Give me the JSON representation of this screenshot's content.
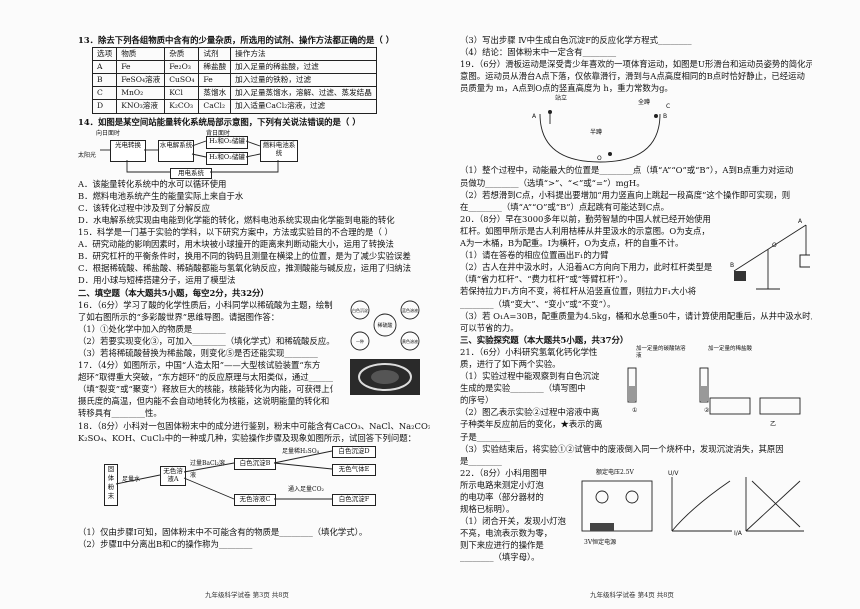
{
  "left": {
    "q13": {
      "title": "13．除去下列各组物质中含有的少量杂质，所选用的试剂、操作方法都正确的是（    ）",
      "table": {
        "header": [
          "选项",
          "物质",
          "杂质",
          "试剂",
          "操作方法"
        ],
        "rows": [
          [
            "A",
            "Fe",
            "Fe₂O₃",
            "稀盐酸",
            "加入足量的稀盐酸，过滤"
          ],
          [
            "B",
            "FeSO₄溶液",
            "CuSO₄",
            "Fe",
            "加入过量的铁粉，过滤"
          ],
          [
            "C",
            "MnO₂",
            "KCl",
            "蒸馏水",
            "加入足量蒸馏水，溶解、过滤、蒸发结晶"
          ],
          [
            "D",
            "KNO₃溶液",
            "K₂CO₃",
            "CaCl₂",
            "加入适量CaCl₂溶液，过滤"
          ]
        ]
      }
    },
    "q14": {
      "title": "14．如图是某空间站能量转化系统局部示意图，下列有关说法错误的是（    ）",
      "labels": {
        "sunlight": "太阳光",
        "pv": "光电转换",
        "water": "水电解系统",
        "h2o2": "H₂和O₂储罐",
        "fuel": "燃料电池系统",
        "load": "用电系统",
        "day": "向日面时",
        "night": "背日面时"
      },
      "options": [
        "A．该能量转化系统中的水可以循环使用",
        "B．燃料电池系统产生的能量实际上来自于水",
        "C．该转化过程中涉及到了分解反应",
        "D．水电解系统实现由电能到化学能的转化，燃料电池系统实现由化学能到电能的转化"
      ]
    },
    "q15": [
      "15．科学是一门基于实验的学科，以下研究方案中，方法或实验目的不合理的是（    ）",
      "A．研究动能的影响因素时，用木块被小球撞开的距离来判断动能大小，运用了转换法",
      "B．研究杠杆的平衡条件时，换用不同的钩码且测量在横梁上的位置，是为了减少实验误差",
      "C．根据稀硫酸、稀盐酸、稀硝酸都能与氢氧化钠反应，推测酸能与碱反应，运用了归纳法",
      "D．用小球与短棒搭建分子，运用了模型法"
    ],
    "sec2": "二、填空题（本大题共5小题，每空2分，共32分）",
    "q16": [
      "16．（6分）学习了酸的化学性质后，小科同学以稀硫酸为主题，绘制",
      "了如右图所示的“多彩酸世界”思维导图。请据图作答：",
      "（1）①处化学中加入的物质是________",
      "（2）若要实现变化③，可加入________（填化学式）和稀硫酸反应。",
      "（3）若将稀硫酸替换为稀盐酸，则变化⑤是否还能实现________"
    ],
    "mindmap": [
      "稀硫酸",
      "蓝色溶液",
      "黄色溶液",
      "白色沉淀",
      "一种"
    ],
    "q17": [
      "17．（4分）如图所示，中国“人造太阳”——大型核试验装置“东方",
      "超环”取得重大突破，“东方超环”的反应原理与太阳类似，通过________",
      "（填“裂变”或“聚变”）释放巨大的核能，核能转化为内能，可获得上亿",
      "摄氏度的高温，但内能不会自动地转化为核能，这说明能量的转化和",
      "转移具有________性。"
    ],
    "q18": [
      "18．（8分）小科对一包固体粉末中的成分进行鉴别，粉末中可能含有CaCO₃、NaCl、Na₂CO₃、",
      "K₂SO₄、KOH、CuCl₂中的一种或几种，实验操作步骤及现象如图所示，试回答下列问题："
    ],
    "flow": {
      "powder": "固体粉末",
      "water": "足量水",
      "clear": "无色溶液A",
      "bacl": "过量BaCl₂溶液",
      "ppt": "白色沉淀B",
      "acid": "足量稀H₂SO₄",
      "white": "白色沉淀D",
      "gas": "无色气体E",
      "co2": "通入足量CO₂",
      "filtrate": "无色溶液C",
      "final": "白色沉淀F"
    },
    "q18_parts": [
      "（1）仅由步骤Ⅰ可知，固体粉末中不可能含有的物质是________（填化学式）。",
      "（2）步骤Ⅱ中分离出B和C的操作称为________"
    ],
    "footer": "九年级科学试卷   第3页   共8页"
  },
  "right": {
    "top": [
      "（3）写出步骤 Ⅳ中生成白色沉淀F的反应化学方程式________",
      "（4）结论：固体粉末中一定含有________"
    ],
    "q19": [
      "19．（6分）滑板运动是深受青少年喜欢的一项体育运动，如图是U形滑台和运动员姿势的简化示",
      "意图。运动员从滑台A点下落，仅依靠滑行，滑到与A点高度相同的B点时恰好静止，已经运动",
      "员质量为 m，A点到O点的竖直高度为 h，重力常数为g。",
      "（1）整个过程中，动能最大的位置是________点（填“A”“O”或“B”），A到B点重力对运动",
      "员做功________（选填“>”、“<”或“=”）mgH。",
      "（2）若想滑到C点，小科提出要增加“用力竖直向上跳起一段高度”这个操作即可实现，则",
      "在________（填“A”“O”或“B”）点起跳有可能达到C点。"
    ],
    "q19_fig": {
      "title": "站立",
      "flip": "全蹲",
      "squat": "半蹲"
    },
    "q20": [
      "20．（8分）早在3000多年以前，勤劳智慧的中国人就已经开始使用",
      "杠杆。如图甲所示是古人利用桔棒从井里汲水的示意图。O为支点，",
      "A为一木桶，B为配重。Ⅰ为横杆，O为支点，杆的自重不计。",
      "（1）请在答卷的相应位置画出F₁的力臂",
      "（2）古人在井中汲水时，人沿着AC方向向下用力，此时杠杆类型是",
      "（填“省力杠杆”、“费力杠杆”或“等臂杠杆”）。",
      "    若保持拉力F₁方向不变，将杠杆从沿竖直位置，则拉力F₁大小将",
      "    ________（填“变大”、“变小”或“不变”）。",
      "（3）若 O₁A=30B，配重质量为4.5kg，桶和水总重50牛，请计算使用配重后，从井中汲水时人",
      "可以节省的力。"
    ],
    "sec3": "三、实验探究题（本大题共5小题，共37分）",
    "q21": [
      "21．（6分）小科研究氢氧化钙化学性",
      "质，进行了如下两个实验。",
      "（1）实验过程中能观察到有白色沉淀",
      "生成的是实验________（填写图中",
      "的序号）",
      "（2）图乙表示实验②过程中溶液中离",
      "子种类年反应前后的变化，★表示的离",
      "子是________",
      "（3）实验结束后，将实验①②试管中的废液倒入同一个烧杯中，发现沉淀消失，其原因",
      "是________"
    ],
    "tubes": [
      "加一定量的碳酸钠溶液",
      "加一定量的稀盐酸"
    ],
    "q22": [
      "22．（8分）小科用图甲",
      "所示电路来测定小灯泡",
      "的电功率（部分器材的",
      "规格已标明）。",
      "（1）闭合开关，发现小灯泡",
      "不亮，电流表示数为零，",
      "则下来应进行的操作是",
      "________（填字母）。"
    ],
    "q22_fig": {
      "rated": "额定电压2.5V",
      "battery": "3V恒定电源",
      "yaxis": "U/V",
      "xaxis": "I/A"
    },
    "footer": "九年级科学试卷   第4页   共8页"
  }
}
